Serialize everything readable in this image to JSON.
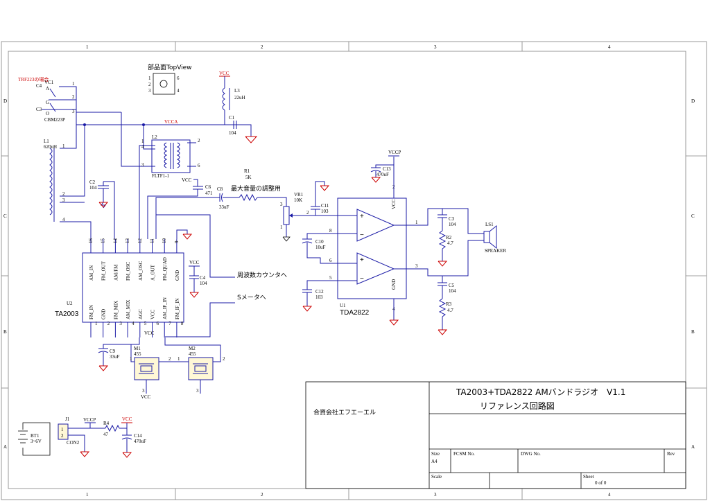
{
  "frame": {
    "col_labels": [
      "1",
      "2",
      "3",
      "4"
    ],
    "row_labels": [
      "D",
      "C",
      "B",
      "A"
    ]
  },
  "title_block": {
    "title_line1": "TA2003+TDA2822 AMバンドラジオ　V1.1",
    "title_line2": "リファレンス回路図",
    "company": "合資会社エフエーエル",
    "size_label": "Size",
    "size_value": "A4",
    "fcsm_label": "FCSM No.",
    "dwg_label": "DWG No.",
    "rev_label": "Rev",
    "scale_label": "Scale",
    "sheet_label": "Sheet",
    "sheet_value": "0 of 0"
  },
  "notes": {
    "topview": "部品面TopView",
    "red_note": "TRF223の場合",
    "volume": "最大音量の調整用",
    "freq_counter": "周波数カウンタへ",
    "s_meter": "Sメータへ"
  },
  "nets": {
    "vcca": "VCCA",
    "vcc": "VCC",
    "vccp": "VCCP"
  },
  "parts": {
    "vc1": {
      "ref": "VC1",
      "val": "CBM223P",
      "c4": "C4",
      "c3": "C3",
      "a": "A",
      "g": "G",
      "o": "O"
    },
    "l1": {
      "ref": "L1",
      "val": "620uH"
    },
    "l2": {
      "ref": "L2",
      "val": "FLTF1-1"
    },
    "l3": {
      "ref": "L3",
      "val": "22uH"
    },
    "c1": {
      "ref": "C1",
      "val": "104"
    },
    "c2": {
      "ref": "C2",
      "val": "104"
    },
    "c4b": {
      "ref": "C4",
      "val": "104"
    },
    "c6": {
      "ref": "C6",
      "val": "471"
    },
    "c8": {
      "ref": "C8",
      "val": "33uF"
    },
    "r1": {
      "ref": "R1",
      "val": "5K"
    },
    "vr1": {
      "ref": "VR1",
      "val": "10K"
    },
    "c11": {
      "ref": "C11",
      "val": "103"
    },
    "c10": {
      "ref": "C10",
      "val": "10uF"
    },
    "c12": {
      "ref": "C12",
      "val": "103"
    },
    "c13": {
      "ref": "C13",
      "val": "470uF"
    },
    "c3b": {
      "ref": "C3",
      "val": "104"
    },
    "r2": {
      "ref": "R2",
      "val": "4.7"
    },
    "c5": {
      "ref": "C5",
      "val": "104"
    },
    "r3": {
      "ref": "R3",
      "val": "4.7"
    },
    "ls1": {
      "ref": "LS1",
      "val": "SPEAKER"
    },
    "u1": {
      "ref": "U1",
      "val": "TDA2822",
      "vcc": "VCC",
      "gnd": "GND"
    },
    "u2": {
      "ref": "U2",
      "val": "TA2003",
      "top_pins": [
        "AM_IN",
        "FM_OUT",
        "AM/FM",
        "FM_OSC",
        "AM_OSC",
        "A_OUT",
        "FM_QUAD",
        "GND"
      ],
      "bot_pins": [
        "FM_IN",
        "GND",
        "FM_MIX",
        "AM_MIX",
        "AGC",
        "VCC",
        "AM_IF_IN",
        "FM_IF_IN"
      ],
      "top_nums": [
        "16",
        "15",
        "14",
        "13",
        "12",
        "11",
        "10",
        "9"
      ],
      "bot_nums": [
        "1",
        "2",
        "3",
        "4",
        "5",
        "6",
        "7",
        "8"
      ]
    },
    "c9": {
      "ref": "C9",
      "val": "33uF"
    },
    "m1": {
      "ref": "M1",
      "val": "455"
    },
    "m2": {
      "ref": "M2",
      "val": "455"
    },
    "bt1": {
      "ref": "BT1",
      "val": "3~6V"
    },
    "j1": {
      "ref": "J1",
      "val": "CON2"
    },
    "r4": {
      "ref": "R4",
      "val": "47"
    },
    "c14": {
      "ref": "C14",
      "val": "470uF"
    }
  }
}
